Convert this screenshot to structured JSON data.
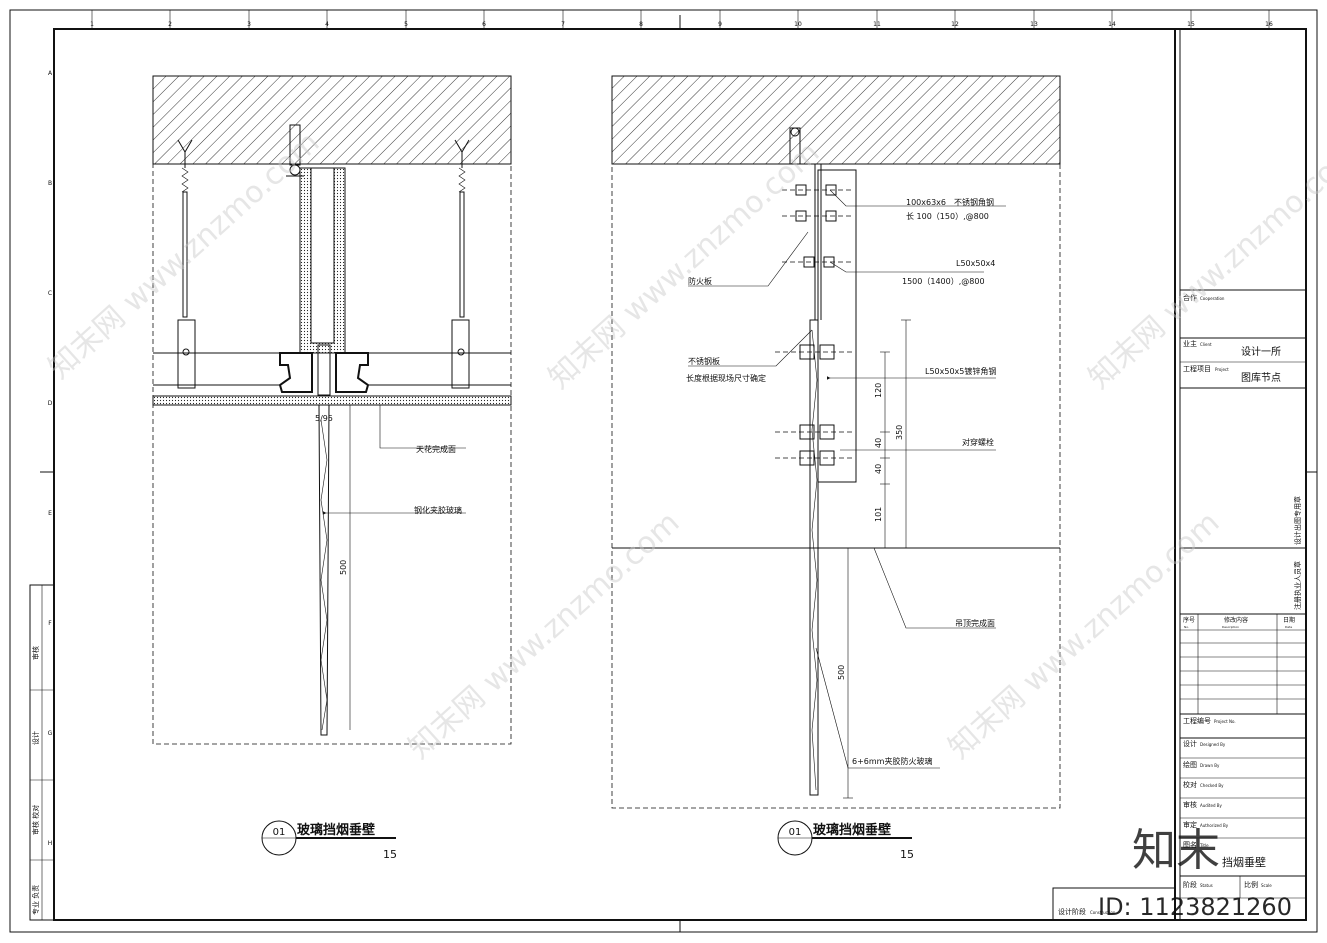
{
  "frame": {
    "ruler_top": [
      "1",
      "2",
      "3",
      "4",
      "5",
      "6",
      "7",
      "8",
      "9",
      "10",
      "11",
      "12",
      "13",
      "14",
      "15",
      "16"
    ],
    "ruler_left": [
      "A",
      "B",
      "C",
      "D",
      "E",
      "F",
      "G",
      "H"
    ],
    "left_stamp": [
      "审核",
      "设计",
      "审核 校对",
      "专业 负责"
    ]
  },
  "detail_left": {
    "dim_gap": "5/95",
    "dim_height": "500",
    "note_ceiling": "天花完成面",
    "note_glass": "钢化夹胶玻璃",
    "title_number": "01",
    "title_text": "玻璃挡烟垂壁",
    "title_scale": "15"
  },
  "detail_right": {
    "note1_l1": "100x63x6　不锈钢角钢",
    "note1_l2": "长 100（150）,@800",
    "note2_l1": "L50x50x4",
    "note2_l2": "1500（1400）,@800",
    "note_fireproof": "防火板",
    "note_steel_l1": "不锈钢板",
    "note_steel_l2": "长度根据现场尺寸确定",
    "note_channel": "L50x50x5镀锌角钢",
    "note_bolt": "对穿螺栓",
    "note_ceiling": "吊顶完成面",
    "note_glass": "6+6mm夹胶防火玻璃",
    "dim_120": "120",
    "dim_40a": "40",
    "dim_40b": "40",
    "dim_101": "101",
    "dim_350": "350",
    "dim_500": "500",
    "title_number": "01",
    "title_text": "玻璃挡烟垂壁",
    "title_scale": "15"
  },
  "title_block": {
    "cooperation": "合作",
    "cooperation_en": "Cooperation",
    "client": "业主",
    "client_en": "Client",
    "client_value": "设计一所",
    "project": "工程项目",
    "project_en": "Project",
    "project_value": "图库节点",
    "vertical_1": "设计出图专用章",
    "vertical_2": "注册执业人员章",
    "rev_no": "序号",
    "rev_no_en": "No.",
    "rev_desc": "修改内容",
    "rev_desc_en": "Description",
    "rev_date": "日期",
    "rev_date_en": "Date",
    "project_no": "工程编号",
    "project_no_en": "Project No.",
    "designed": "设计",
    "designed_en": "Designed By",
    "drawn": "绘图",
    "drawn_en": "Drawn By",
    "checked": "校对",
    "checked_en": "Checked By",
    "audited": "审核",
    "audited_en": "Audited By",
    "approved": "审定",
    "approved_en": "Authorized By",
    "drawing_name": "图名",
    "drawing_name_en": "Title",
    "drawing_name_value": "挡烟垂壁",
    "status": "阶段",
    "status_en": "Status",
    "scale": "比例",
    "scale_en": "Scale",
    "stamp": "设计阶段",
    "stamp_en": "Construction"
  },
  "watermark": {
    "brand": "知末网 www.znzmo.com",
    "logo": "知末",
    "id": "ID: 1123821260"
  }
}
